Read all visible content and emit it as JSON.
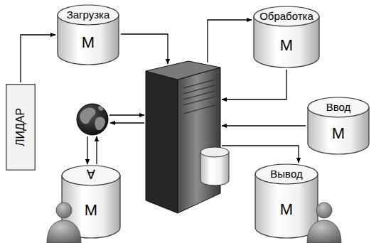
{
  "diagram": {
    "nodes": [
      {
        "text": [
          "Загрузка",
          "М"
        ]
      },
      {
        "text": [
          "Обработка",
          "М"
        ]
      },
      {
        "text": [
          "ЛИДАР"
        ]
      },
      {
        "text": [
          "Ввод",
          "М"
        ]
      },
      {
        "text": [
          "∀",
          "М"
        ]
      },
      {
        "text": [
          "Вывод",
          "М"
        ]
      }
    ],
    "edges": [
      {
        "from": 2,
        "to": 0,
        "arrow": "to"
      }
    ]
  }
}
